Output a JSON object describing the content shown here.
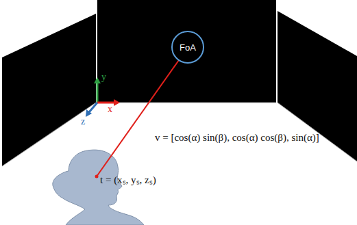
{
  "diagram": {
    "nodes": [
      {
        "text": [
          "FoA"
        ]
      }
    ],
    "labels": [
      "y",
      "x",
      "z",
      "v = [cos(α) sin(β), cos(α) cos(β), sin(α)]",
      "t = (xₛ, yₛ, zₛ)"
    ]
  }
}
